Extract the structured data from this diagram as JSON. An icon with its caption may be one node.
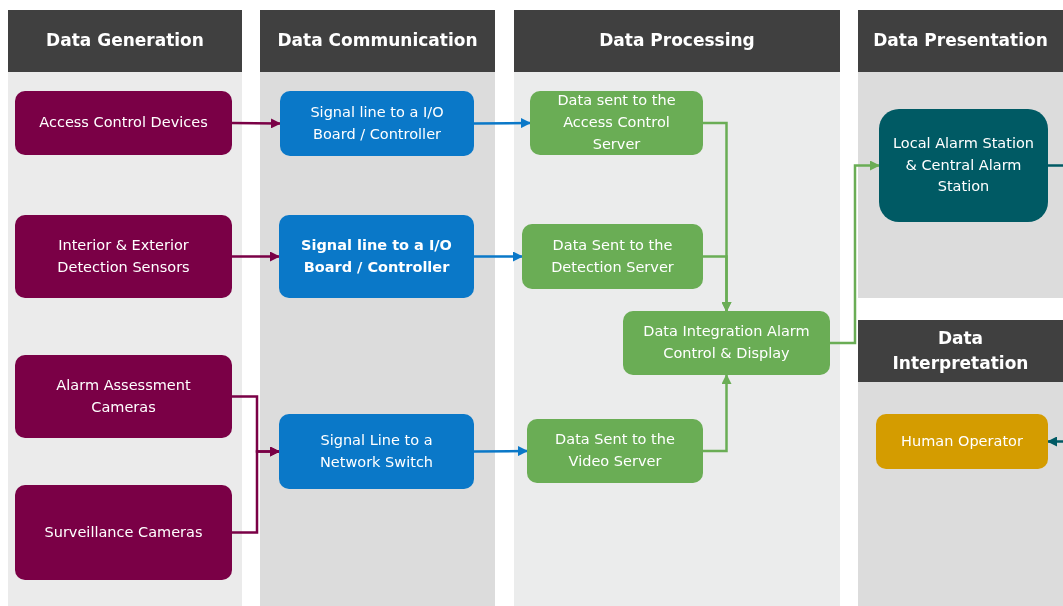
{
  "diagram": {
    "nodes": [
      {
        "text": [
          "Data Generation"
        ]
      },
      {
        "text": [
          "Access Control Devices"
        ],
        "in": 0
      },
      {
        "text": [
          "Interior & Exterior Detection Sensors"
        ],
        "in": 0
      },
      {
        "text": [
          "Alarm Assessment Cameras"
        ],
        "in": 0
      },
      {
        "text": [
          "Surveillance Cameras"
        ],
        "in": 0
      },
      {
        "text": [
          "Data Communication"
        ]
      },
      {
        "text": [
          "Signal line to a I/O Board / Controller"
        ],
        "in": 5
      },
      {
        "text": [
          "Signal line to a I/O Board / Controller"
        ],
        "in": 5
      },
      {
        "text": [
          "Signal Line to a Network Switch"
        ],
        "in": 5
      },
      {
        "text": [
          "Data Processing"
        ]
      },
      {
        "text": [
          "Data sent to the Access Control Server"
        ],
        "in": 9
      },
      {
        "text": [
          "Data Sent to the Detection Server"
        ],
        "in": 9
      },
      {
        "text": [
          "Data Integration Alarm Control & Display"
        ],
        "in": 9
      },
      {
        "text": [
          "Data Sent to the Video Server"
        ],
        "in": 9
      },
      {
        "text": [
          "Data Presentation"
        ]
      },
      {
        "text": [
          "Local Alarm Station & Central Alarm Station"
        ],
        "in": 14
      },
      {
        "text": [
          "Data Interpretation"
        ]
      },
      {
        "text": [
          "Human Operator"
        ],
        "in": 16
      }
    ],
    "edges": [
      {
        "from": 1,
        "to": 6,
        "arrow": "to",
        "color": "#7a0046"
      },
      {
        "from": 2,
        "to": 7,
        "arrow": "to",
        "color": "#7a0046"
      },
      {
        "from": 3,
        "to": 8,
        "arrow": "to",
        "color": "#7a0046"
      },
      {
        "from": 4,
        "to": 8,
        "arrow": "to",
        "color": "#7a0046"
      },
      {
        "from": 6,
        "to": 10,
        "arrow": "to",
        "color": "#0a78c8"
      },
      {
        "from": 7,
        "to": 11,
        "arrow": "to",
        "color": "#0a78c8"
      },
      {
        "from": 8,
        "to": 13,
        "arrow": "to",
        "color": "#0a78c8"
      },
      {
        "from": 10,
        "to": 12,
        "arrow": "to",
        "color": "#6aad55"
      },
      {
        "from": 11,
        "to": 12,
        "arrow": "to",
        "color": "#6aad55"
      },
      {
        "from": 13,
        "to": 12,
        "arrow": "to",
        "color": "#6aad55"
      },
      {
        "from": 12,
        "to": 15,
        "arrow": "to",
        "color": "#6aad55"
      },
      {
        "from": 15,
        "to": null,
        "arrow": "none",
        "color": "#005a64"
      },
      {
        "from": null,
        "to": 17,
        "arrow": "to",
        "color": "#005a64"
      }
    ]
  }
}
